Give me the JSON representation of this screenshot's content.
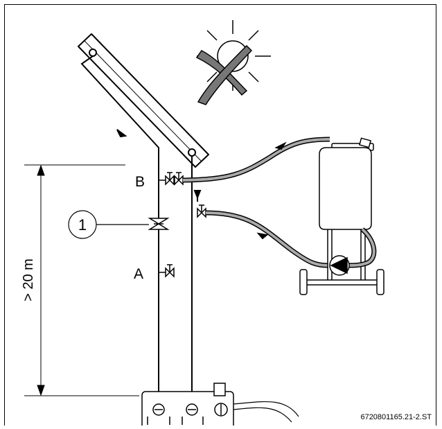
{
  "labels": {
    "point_b": "B",
    "point_a": "A",
    "callout_1": "1",
    "height": "> 20 m",
    "figure_id": "6720801165.21-2.ST"
  },
  "icons": [
    "collector-icon",
    "sun-crossed-icon",
    "filling-station-icon",
    "pump-icon",
    "valve-icon",
    "flow-arrow-icon"
  ]
}
